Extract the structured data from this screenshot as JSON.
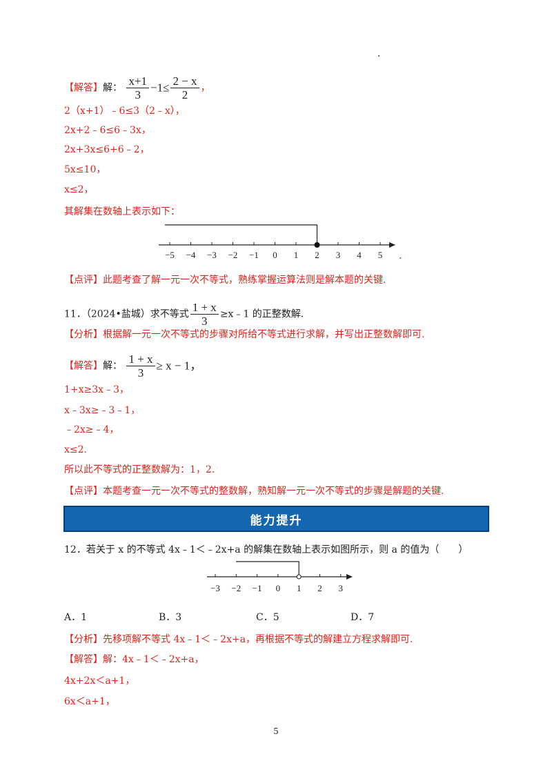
{
  "q10": {
    "answer_label": "【解答】",
    "answer_prefix": "解：",
    "frac1_num": "x+1",
    "frac1_den": "3",
    "minus_one": "−1≤",
    "frac2_num": "2 − x",
    "frac2_den": "2",
    "tail": "，",
    "steps": [
      "2（x+1）﹣6≤3（2﹣x），",
      "2x+2﹣6≤6﹣3x，",
      "2x+3x≤6+6﹣2，",
      "5x≤10，",
      "x≤2，"
    ],
    "axis_intro": "其解集在数轴上表示如下：",
    "axis_ticks": [
      "−5",
      "−4",
      "−3",
      "−2",
      "−1",
      "0",
      "1",
      "2",
      "3",
      "4",
      "5"
    ],
    "axis_point": 2,
    "axis_point_type": "closed",
    "axis_direction": "left",
    "axis_trailing": ".",
    "comment_label": "【点评】",
    "comment": "此题考查了解一元一次不等式，熟练掌握运算法则是解本题的关键."
  },
  "q11": {
    "number": "11．",
    "source": "（2024•盐城）求不等式",
    "frac_num": "1 + x",
    "frac_den": "3",
    "after": "≥x﹣1 的正整数解.",
    "analysis_label": "【分析】",
    "analysis": "根据解一元一次不等式的步骤对所给不等式进行求解，并写出正整数解即可.",
    "answer_label": "【解答】",
    "answer_prefix": "解：",
    "ans_frac_num": "1 + x",
    "ans_frac_den": "3",
    "ans_after": "≥ x − 1，",
    "steps": [
      "1+x≥3x﹣3，",
      "x﹣3x≥﹣3﹣1，",
      "﹣2x≥﹣4，",
      "x≤2."
    ],
    "conclusion": "所以此不等式的正整数解为：1，2.",
    "comment_label": "【点评】",
    "comment": "本题考查一元一次不等式的整数解，熟知解一元一次不等式的步骤是解题的关键."
  },
  "banner": {
    "title": "能力提升"
  },
  "q12": {
    "stem": "12．若关于 x 的不等式 4x﹣1＜﹣2x+a 的解集在数轴上表示如图所示，则 a 的值为（　　）",
    "axis_ticks": [
      "−3",
      "−2",
      "−1",
      "0",
      "1",
      "2",
      "3"
    ],
    "axis_point": 1,
    "axis_point_type": "open",
    "axis_direction": "left",
    "choices": [
      "A．1",
      "B．3",
      "C．5",
      "D．7"
    ],
    "analysis_label": "【分析】",
    "analysis": "先移项解不等式 4x﹣1＜﹣2x+a，再根据不等式的解建立方程求解即可.",
    "answer_label": "【解答】",
    "answer_prefix": "解：",
    "answer_first": "4x﹣1＜﹣2x+a，",
    "steps": [
      "4x+2x＜a+1，",
      "6x＜a+1，"
    ]
  },
  "footer": {
    "page_number": "5"
  },
  "colors": {
    "answer_red": "#d8261c",
    "banner_blue": "#1566b0",
    "text_black": "#222222"
  }
}
